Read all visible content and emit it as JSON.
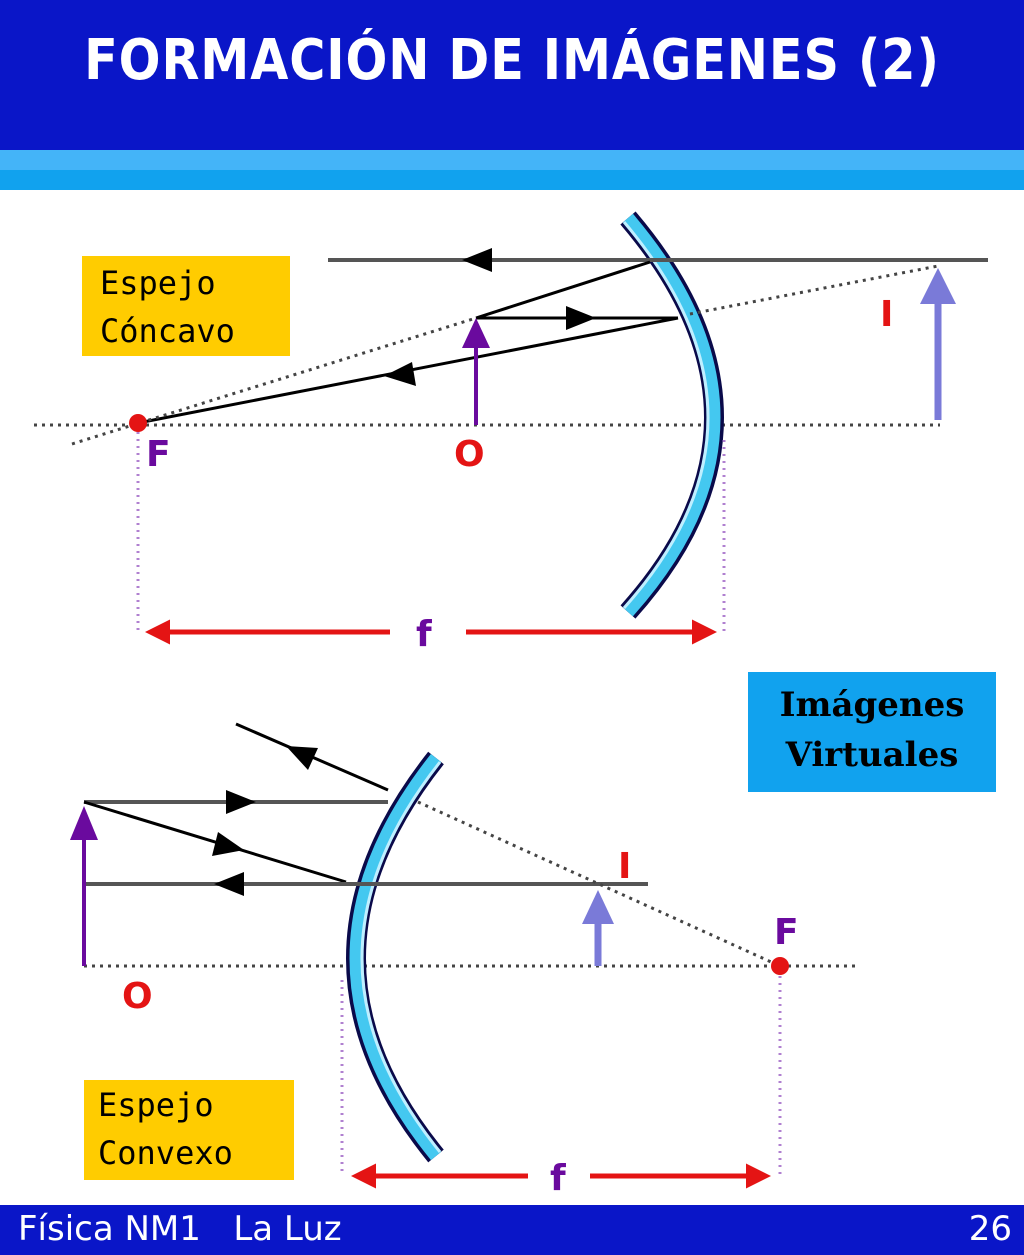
{
  "header": {
    "title": "FORMACIÓN DE IMÁGENES (2)"
  },
  "concave": {
    "label_line1": "Espejo",
    "label_line2": "Cóncavo",
    "focus_label": "F",
    "object_label": "O",
    "image_label": "I",
    "focal_label": "f"
  },
  "convex": {
    "label_line1": "Espejo",
    "label_line2": "Convexo",
    "focus_label": "F",
    "object_label": "O",
    "image_label": "I",
    "focal_label": "f"
  },
  "badge": {
    "line1": "Imágenes",
    "line2": "Virtuales"
  },
  "footer": {
    "left": "Física NM1   La Luz",
    "page": "26"
  },
  "colors": {
    "header_blue": "#0a16c8",
    "label_yellow": "#ffcc00",
    "badge_blue": "#11a2ee",
    "mirror_cyan": "#44c8f0",
    "arrow_red": "#e41414",
    "object_purple": "#6a0a9e",
    "image_blue": "#7a7ad8"
  }
}
